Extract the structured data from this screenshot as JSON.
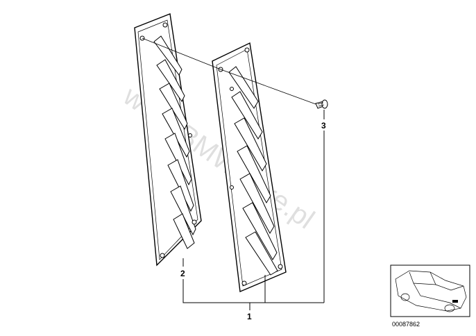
{
  "diagram": {
    "callouts": [
      "1",
      "2",
      "3"
    ],
    "watermark": "www.BMWstore.pl",
    "reference_number": "00087862"
  },
  "icons": {
    "thumbnail": "car-outline-icon"
  }
}
